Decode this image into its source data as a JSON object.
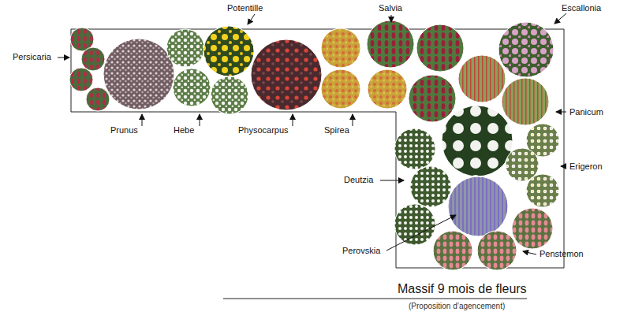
{
  "diagram": {
    "title": "Massif 9 mois de fleurs",
    "caption": "(Proposition d’agencement)",
    "labels": [
      "Persicaria",
      "Prunus",
      "Hebe",
      "Potentille",
      "Physocarpus",
      "Spirea",
      "Salvia",
      "Escallonia",
      "Panicum",
      "Erigeron",
      "Deutzia",
      "Perovskia",
      "Penstemon"
    ]
  }
}
